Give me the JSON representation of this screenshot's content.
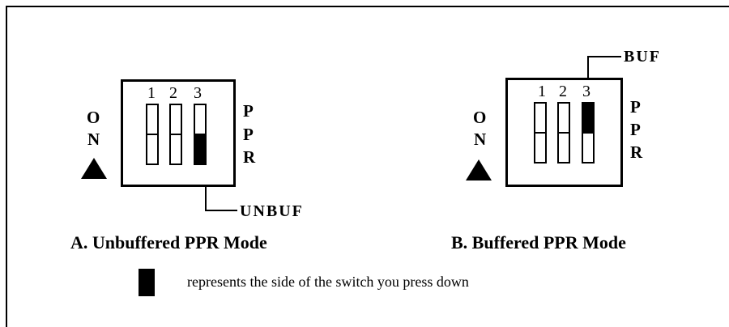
{
  "diagram_a": {
    "numbers": [
      "1",
      "2",
      "3"
    ],
    "on_letters": [
      "O",
      "N"
    ],
    "ppr_letters": [
      "P",
      "P",
      "R"
    ],
    "callout": "UNBUF",
    "caption": "A. Unbuffered PPR Mode"
  },
  "diagram_b": {
    "numbers": [
      "1",
      "2",
      "3"
    ],
    "on_letters": [
      "O",
      "N"
    ],
    "ppr_letters": [
      "P",
      "P",
      "R"
    ],
    "callout": "BUF",
    "caption": "B. Buffered PPR Mode"
  },
  "legend": {
    "text": "represents the side of the switch you press down"
  }
}
